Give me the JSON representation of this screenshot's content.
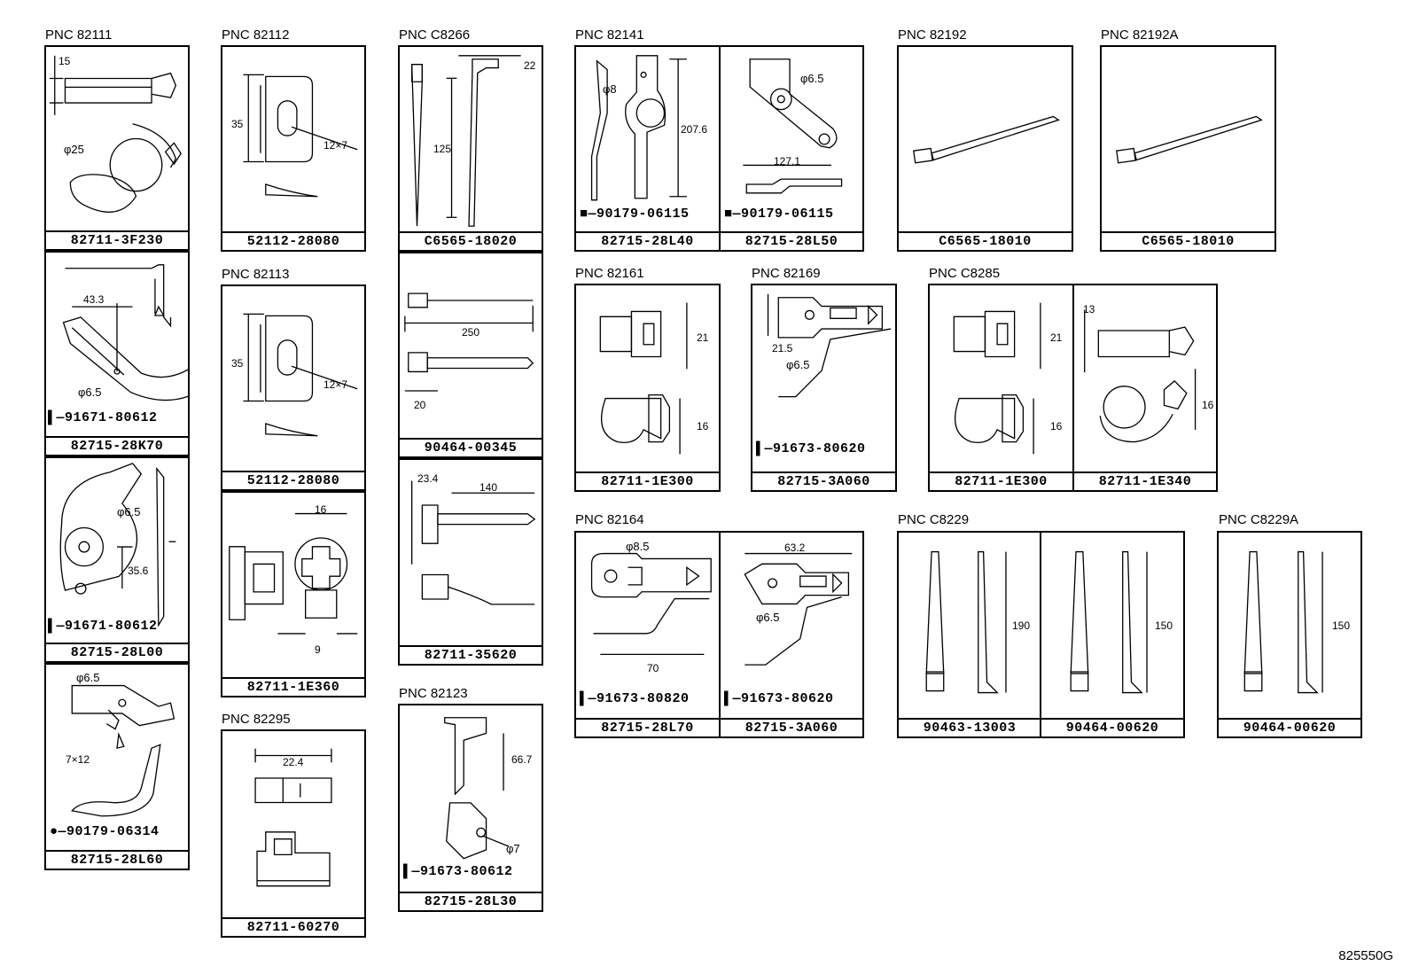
{
  "reference": "825550G",
  "headers": {
    "h82111": "PNC 82111",
    "h82112": "PNC 82112",
    "hC8266": "PNC C8266",
    "h82141": "PNC 82141",
    "h82192": "PNC 82192",
    "h82192A": "PNC 82192A",
    "h82113": "PNC 82113",
    "h82161": "PNC 82161",
    "h82169": "PNC 82169",
    "hC8285": "PNC C8285",
    "h82295": "PNC 82295",
    "h82123": "PNC 82123",
    "h82164": "PNC 82164",
    "hC8229": "PNC C8229",
    "hC8229A": "PNC C8229A"
  },
  "parts": {
    "p1": "82711-3F230",
    "p2": "82715-28K70",
    "p3": "82715-28L00",
    "p4": "82715-28L60",
    "p5": "52112-28080",
    "p6": "52112-28080",
    "p7": "82711-1E360",
    "p8": "82711-60270",
    "p9": "C6565-18020",
    "p10": "90464-00345",
    "p11": "82711-35620",
    "p12": "82715-28L30",
    "p13": "82715-28L40",
    "p14": "82715-28L50",
    "p15": "C6565-18010",
    "p16": "C6565-18010",
    "p17": "82711-1E300",
    "p18": "82715-3A060",
    "p19": "82711-1E300",
    "p20": "82711-1E340",
    "p21": "82715-28L70",
    "p22": "82715-3A060",
    "p23": "90463-13003",
    "p24": "90464-00620",
    "p25": "90464-00620"
  },
  "bolts": {
    "b1": "91671-80612",
    "b2": "91671-80612",
    "b3": "90179-06314",
    "b4": "90179-06115",
    "b5": "90179-06115",
    "b6": "91673-80620",
    "b7": "91673-80612",
    "b8": "91673-80820",
    "b9": "91673-80620"
  },
  "dims": {
    "d15": "15",
    "d25": "φ25",
    "d433": "43.3",
    "d65a": "φ6.5",
    "d65b": "φ6.5",
    "d356": "35.6",
    "d65c": "φ6.5",
    "d712": "7×12",
    "d35a": "35",
    "d127a": "12×7",
    "d35b": "35",
    "d127b": "12×7",
    "d16a": "16",
    "d9": "9",
    "d224": "22.4",
    "d22": "22",
    "d125": "125",
    "d250": "250",
    "d20": "20",
    "d234": "23.4",
    "d140": "140",
    "d667": "66.7",
    "d7": "φ7",
    "d8": "φ8",
    "d2076": "207.6",
    "d65d": "φ6.5",
    "d1271": "127.1",
    "d21a": "21",
    "d16b": "16",
    "d215": "21.5",
    "d65e": "φ6.5",
    "d21b": "21",
    "d16c": "16",
    "d13": "13",
    "d16d": "16",
    "d85": "φ8.5",
    "d70": "70",
    "d632": "63.2",
    "d65f": "φ6.5",
    "d190": "190",
    "d150a": "150",
    "d150b": "150"
  }
}
